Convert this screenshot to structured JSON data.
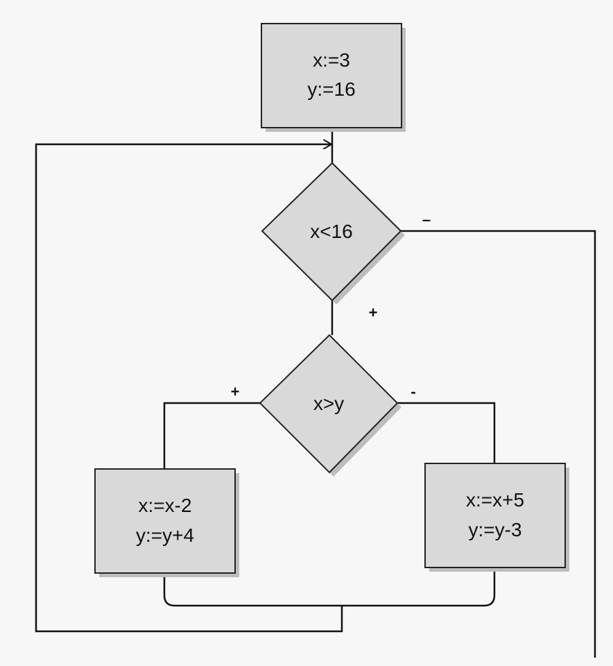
{
  "diagram": {
    "init": {
      "line1": "x:=3",
      "line2": "y:=16"
    },
    "cond1": {
      "text": "x<16",
      "no": "–",
      "yes": "+"
    },
    "cond2": {
      "text": "x>y",
      "yes": "+",
      "no": "-"
    },
    "left_op": {
      "line1": "x:=x-2",
      "line2": "y:=y+4"
    },
    "right_op": {
      "line1": "x:=x+5",
      "line2": "y:=y-3"
    }
  }
}
